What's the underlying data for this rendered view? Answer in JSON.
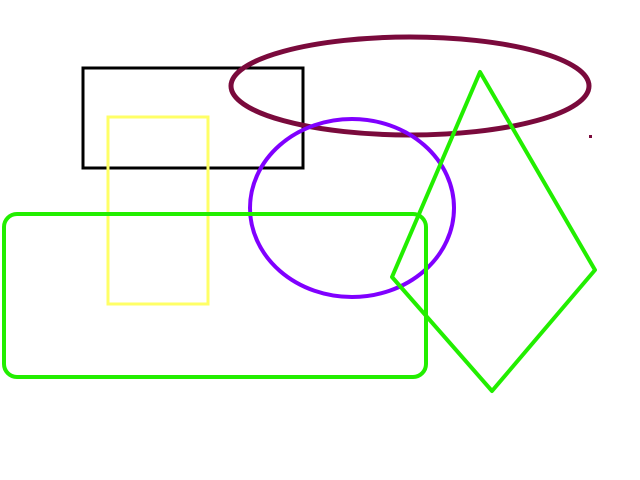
{
  "background_color": "#ffffff",
  "shapes": {
    "black_rectangle": {
      "kind": "rectangle",
      "color": "#000000"
    },
    "maroon_ellipse": {
      "kind": "ellipse",
      "color": "#7a0a3c"
    },
    "yellow_rectangle": {
      "kind": "rectangle",
      "color": "#ffff66"
    },
    "purple_circle": {
      "kind": "circle",
      "color": "#8000ff"
    },
    "green_rounded_rectangle": {
      "kind": "rounded-rectangle",
      "color": "#22ee00"
    },
    "green_diamond": {
      "kind": "quadrilateral",
      "color": "#22ee00"
    },
    "maroon_dot": {
      "kind": "dot",
      "color": "#7a0a3c"
    }
  }
}
